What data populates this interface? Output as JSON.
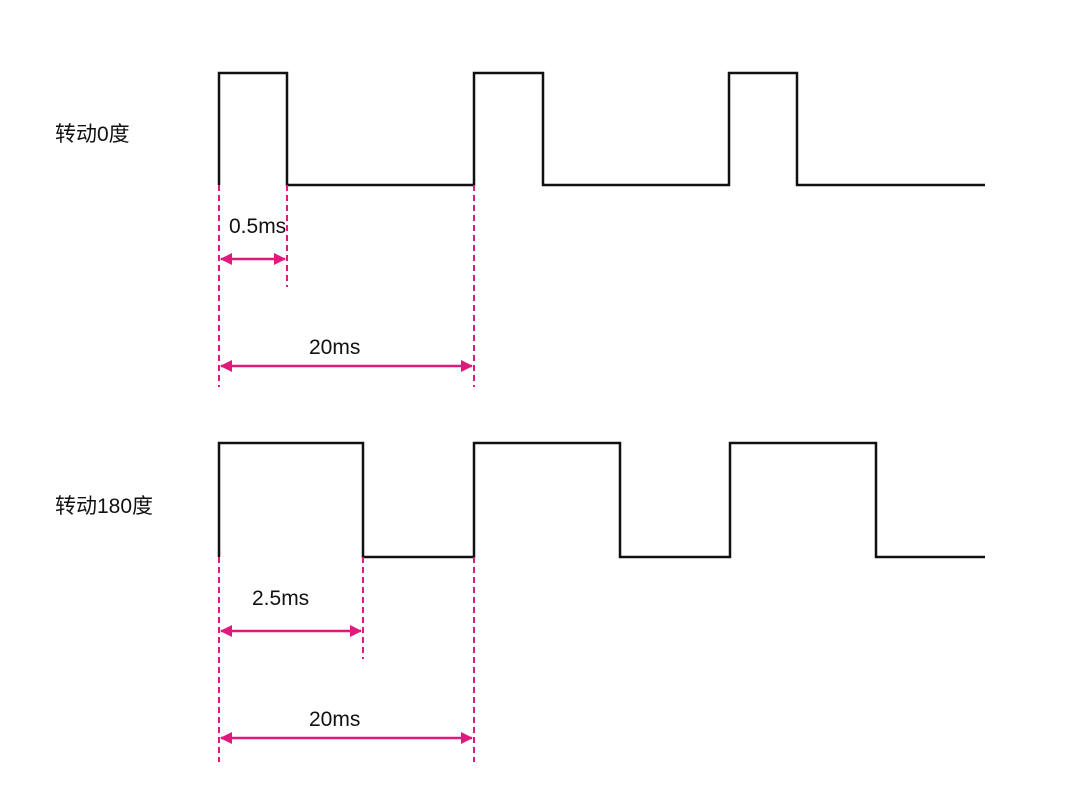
{
  "colors": {
    "waveform": "#111111",
    "annotation": "#e0197c",
    "background": "#ffffff"
  },
  "panels": [
    {
      "label": "转动0度",
      "pulse_width": "0.5ms",
      "period": "20ms",
      "pulse_width_ms": 0.5,
      "period_ms": 20
    },
    {
      "label": "转动180度",
      "pulse_width": "2.5ms",
      "period": "20ms",
      "pulse_width_ms": 2.5,
      "period_ms": 20
    }
  ]
}
